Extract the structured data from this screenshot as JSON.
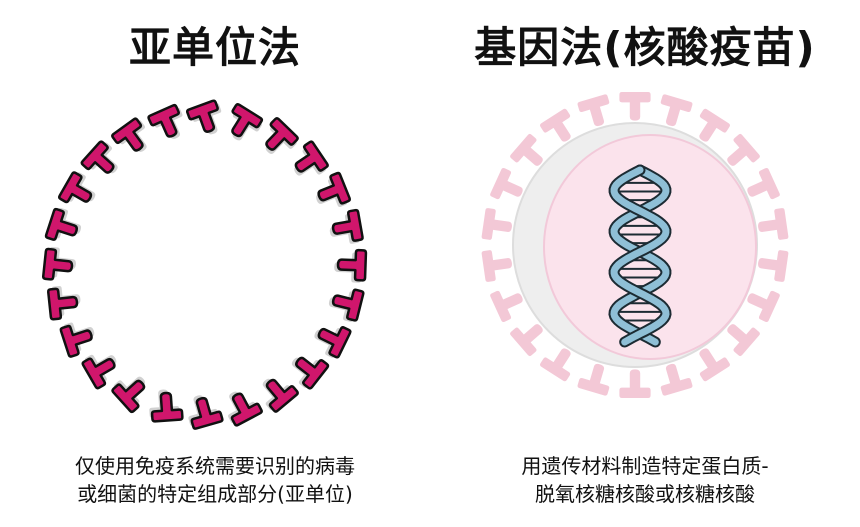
{
  "left": {
    "title": "亚单位法",
    "caption_line1": "仅使用免疫系统需要识别的病毒",
    "caption_line2": "或细菌的特定组成部分(亚单位)"
  },
  "right": {
    "title": "基因法(核酸疫苗)",
    "caption_line1": "用遗传材料制造特定蛋白质-",
    "caption_line2": "脱氧核糖核酸或核糖核酸"
  },
  "colors": {
    "protein": "#d0166c",
    "protein_outline": "#111111",
    "protein_faded": "#f3c8d6",
    "cell_fill": "#fbe3ec",
    "membrane": "#eeeeee",
    "dna_strand": "#8fbfd6",
    "dna_outline": "#1c2b33"
  },
  "icons": {
    "protein": "protein-subunit-icon",
    "virus": "virus-particle-icon",
    "dna": "dna-helix-icon"
  }
}
